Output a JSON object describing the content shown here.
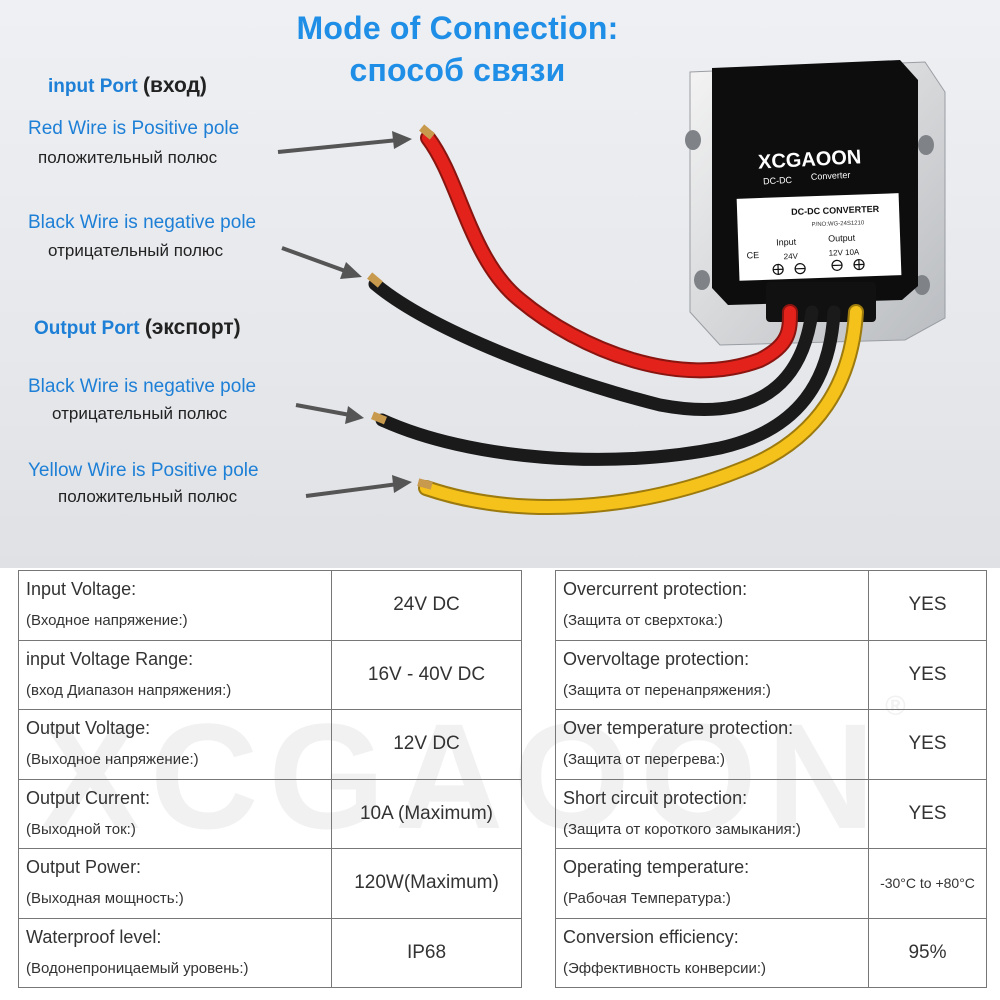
{
  "title": {
    "en": "Mode of Connection:",
    "ru": "способ связи"
  },
  "input_port": {
    "heading": "input Port",
    "heading_ru": "(вход)",
    "red_en": "Red Wire is Positive pole",
    "red_ru": "положительный полюс",
    "black_en": "Black Wire is negative pole",
    "black_ru": "отрицательный полюс"
  },
  "output_port": {
    "heading": "Output Port",
    "heading_ru": "(экспорт)",
    "black_en": "Black Wire is negative pole",
    "black_ru": "отрицательный полюс",
    "yellow_en": "Yellow Wire is Positive pole",
    "yellow_ru": "положительный полюс"
  },
  "device": {
    "brand": "XCGAOON",
    "sub_left": "DC-DC",
    "sub_right": "Converter",
    "label_title": "DC-DC CONVERTER",
    "part_no": "P/NO:WG-24S1210",
    "input_label": "Input",
    "input_value": "24V",
    "output_label": "Output",
    "output_value": "12V 10A",
    "ce": "CE"
  },
  "colors": {
    "title": "#1f8ee6",
    "label": "#1d7fd6",
    "red_wire": "#e3221b",
    "black_wire": "#1a1a1a",
    "yellow_wire": "#f5c21b"
  },
  "specs": [
    {
      "left_key": "Input Voltage:",
      "left_key_ru": "(Входное напряжение:)",
      "left_value": "24V DC",
      "right_key": "Overcurrent protection:",
      "right_key_ru": "(Защита от сверхтока:)",
      "right_value": "YES"
    },
    {
      "left_key": "input Voltage Range:",
      "left_key_ru": "(вход Диапазон напряжения:)",
      "left_value": "16V - 40V DC",
      "right_key": "Overvoltage protection:",
      "right_key_ru": "(Защита от перенапряжения:)",
      "right_value": "YES"
    },
    {
      "left_key": "Output Voltage:",
      "left_key_ru": "(Выходное напряжение:)",
      "left_value": "12V DC",
      "right_key": "Over temperature protection:",
      "right_key_ru": "(Защита от перегрева:)",
      "right_value": "YES"
    },
    {
      "left_key": "Output Current:",
      "left_key_ru": "(Выходной ток:)",
      "left_value": "10A (Maximum)",
      "right_key": "Short circuit protection:",
      "right_key_ru": "(Защита от короткого замыкания:)",
      "right_value": "YES"
    },
    {
      "left_key": "Output Power:",
      "left_key_ru": "(Выходная мощность:)",
      "left_value": "120W(Maximum)",
      "right_key": "Operating temperature:",
      "right_key_ru": "(Рабочая Температура:)",
      "right_value": "-30°C to +80°C"
    },
    {
      "left_key": "Waterproof level:",
      "left_key_ru": "(Водонепроницаемый уровень:)",
      "left_value": "IP68",
      "right_key": "Conversion efficiency:",
      "right_key_ru": "(Эффективность конверсии:)",
      "right_value": "95%"
    }
  ],
  "watermark": {
    "text": "XCGAOON",
    "mark": "®"
  }
}
